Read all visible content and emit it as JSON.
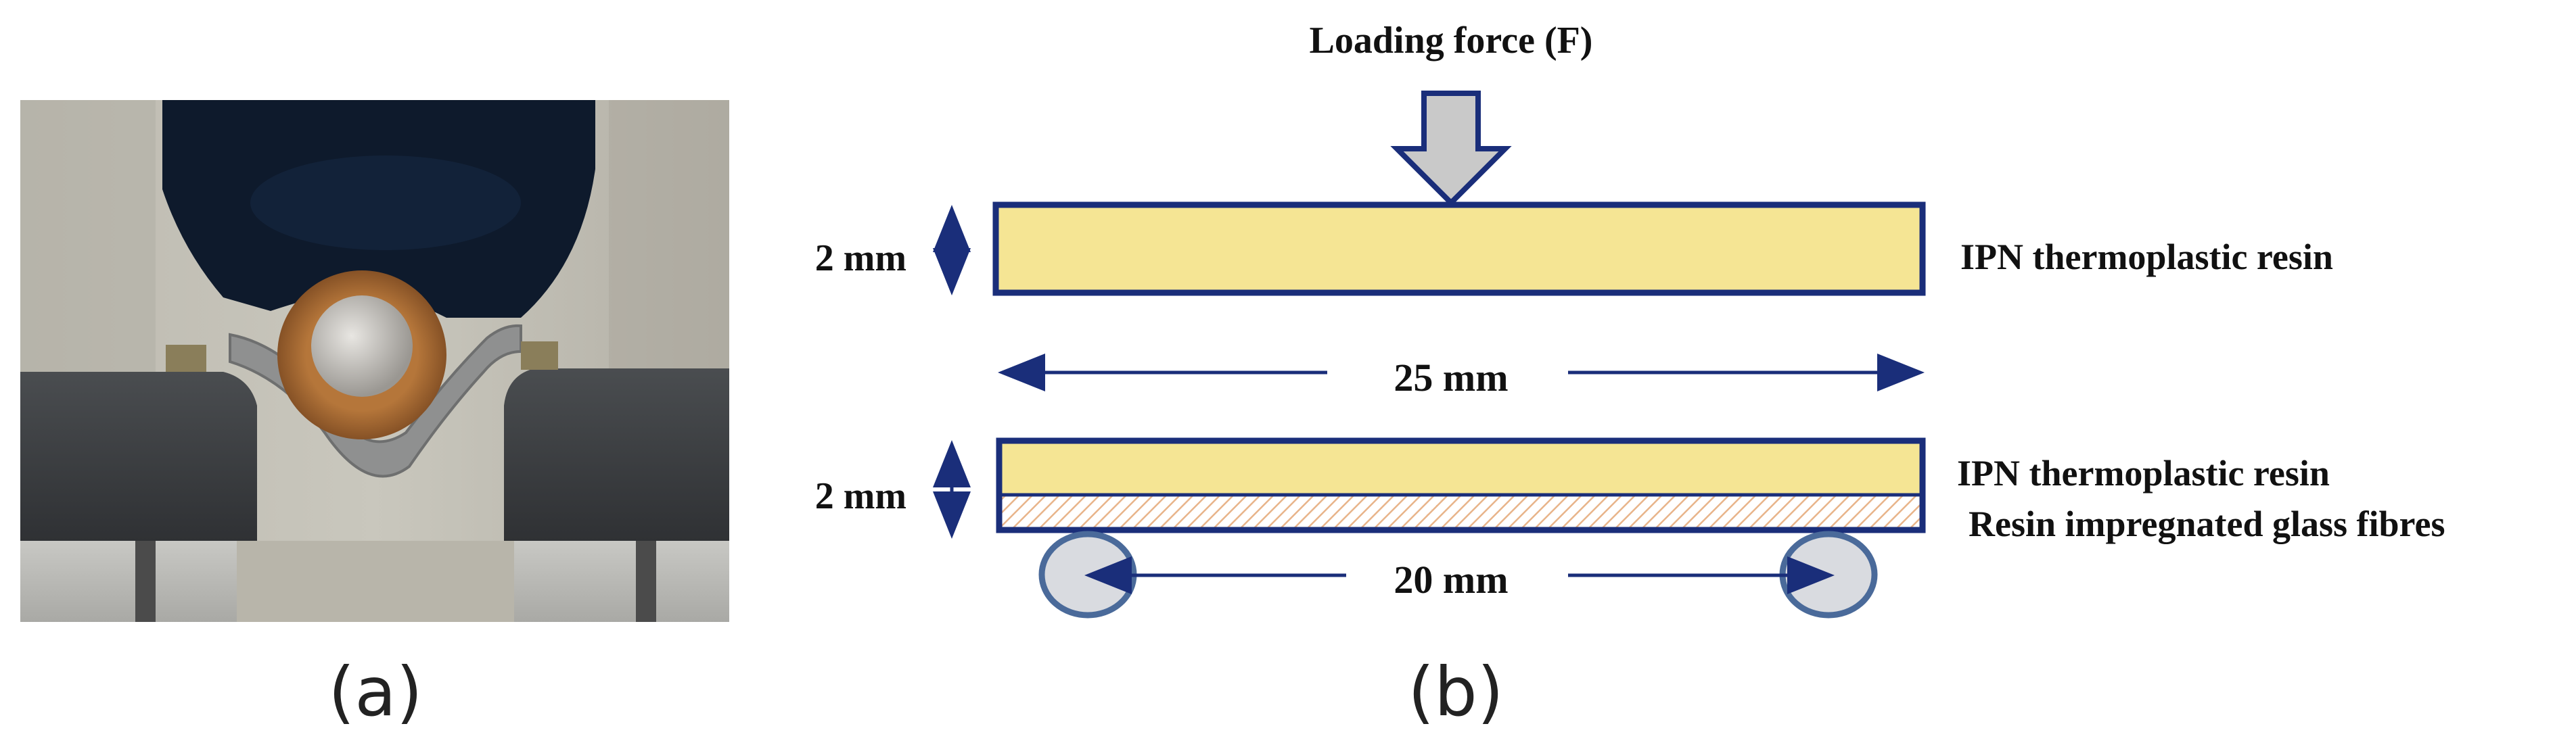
{
  "panels": {
    "a_label": "(a)",
    "b_label": "(b)"
  },
  "diagram": {
    "force_label": "Loading force (F)",
    "top_thickness": "2 mm",
    "top_material": "IPN thermoplastic resin",
    "length": "25 mm",
    "bottom_thickness": "2 mm",
    "bottom_resin": "IPN thermoplastic resin",
    "bottom_fibres": "Resin impregnated glass fibres",
    "span": "20 mm"
  },
  "colors": {
    "outline": "#1a2e7a",
    "resin_fill": "#f5e594",
    "fibre_hatch": "#e8b48a",
    "arrow_fill": "#c9c9c9",
    "support_fill": "#d9dbe0",
    "support_stroke": "#4a6a9a"
  }
}
